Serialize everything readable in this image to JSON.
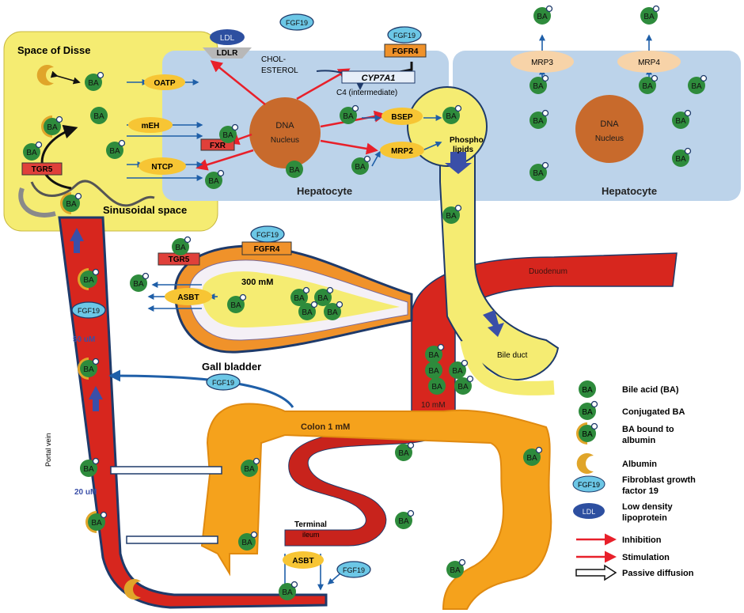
{
  "labels": {
    "space_of_disse": "Space of Disse",
    "sinusoidal_space": "Sinusoidal space",
    "hepatocyte_left": "Hepatocyte",
    "hepatocyte_right": "Hepatocyte",
    "cholesterol_line1": "CHOL-",
    "cholesterol_line2": "ESTEROL",
    "cyp7a1": "CYP7A1",
    "c4": "C4 (intermediate)",
    "phospholipids_line1": "Phospho",
    "phospholipids_line2": "lipids",
    "gall_bladder": "Gall bladder",
    "gb_conc": "300 mM",
    "duodenum": "Duodenum",
    "bile_duct": "Bile duct",
    "duodenum_conc": "10 mM",
    "colon": "Colon 1 mM",
    "portal_vein": "Portal vein",
    "portal_conc_top": "50 uM",
    "portal_conc_bottom": "20 uM",
    "terminal_ileum_line1": "Terminal",
    "terminal_ileum_line2": "ileum"
  },
  "nucleus": {
    "label1": "DNA",
    "label2": "Nucleus"
  },
  "proteins": {
    "oatp": "OATP",
    "meh": "mEH",
    "ntcp": "NTCP",
    "fxr": "FXR",
    "tgr5": "TGR5",
    "bsep": "BSEP",
    "mrp2": "MRP2",
    "mrp3": "MRP3",
    "mrp4": "MRP4",
    "ldlr": "LDLR",
    "ldl": "LDL",
    "fgfr4": "FGFR4",
    "fgf19": "FGF19",
    "asbt": "ASBT"
  },
  "ba_label": "BA",
  "legend": [
    {
      "icon": "ba",
      "label": "Bile acid  (BA)"
    },
    {
      "icon": "conj",
      "label": "Conjugated  BA"
    },
    {
      "icon": "bound",
      "label": "BA bound to albumin"
    },
    {
      "icon": "albumin",
      "label": "Albumin"
    },
    {
      "icon": "fgf",
      "label": "Fibroblast growth factor 19"
    },
    {
      "icon": "ldl",
      "label": "Low density lipoprotein"
    },
    {
      "icon": "inhibition",
      "label": "Inhibition"
    },
    {
      "icon": "stimulation",
      "label": "Stimulation"
    },
    {
      "icon": "passive",
      "label": "Passive diffusion"
    }
  ],
  "colors": {
    "ba_green": "#2e8b3c",
    "disse_yellow": "#f5ec72",
    "hepatocyte_blue": "#bcd3ea",
    "nucleus_brown": "#c86a2c",
    "protein_orange": "#f7c534",
    "fxr_red": "#e0403a",
    "portal_red": "#d7261e",
    "colon_orange": "#f5a21c",
    "fgf_cyan": "#6cc7e6",
    "ldl_blue": "#2d4fa0",
    "inhibition_red": "#e8202a",
    "stimulation_red": "#e8202a",
    "transport_blue": "#1f5fa8"
  }
}
